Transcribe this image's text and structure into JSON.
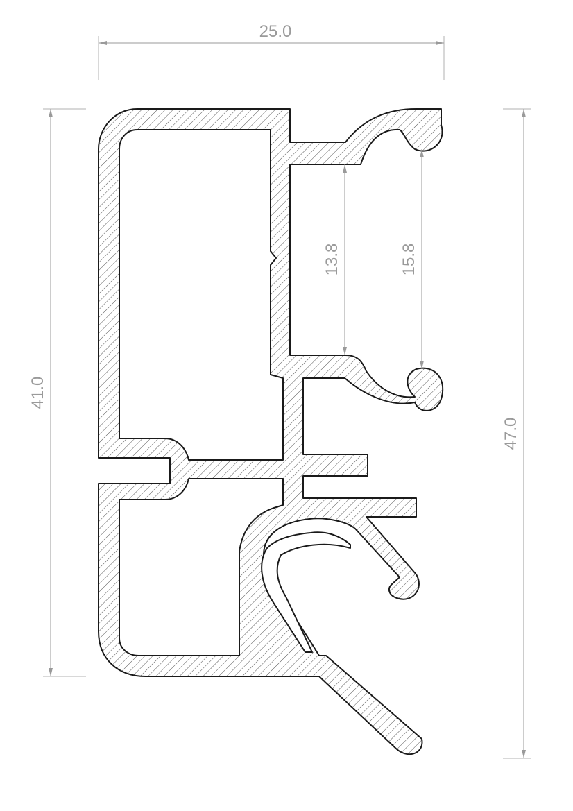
{
  "drawing": {
    "colors": {
      "outline": "#1a1a1a",
      "hatch": "#555555",
      "dimension": "#9a9a9a",
      "background": "#ffffff"
    },
    "dimensions": {
      "overall_width": "25.0",
      "overall_height": "47.0",
      "body_height": "41.0",
      "inner_channel_height": "13.8",
      "channel_opening_height": "15.8"
    }
  }
}
